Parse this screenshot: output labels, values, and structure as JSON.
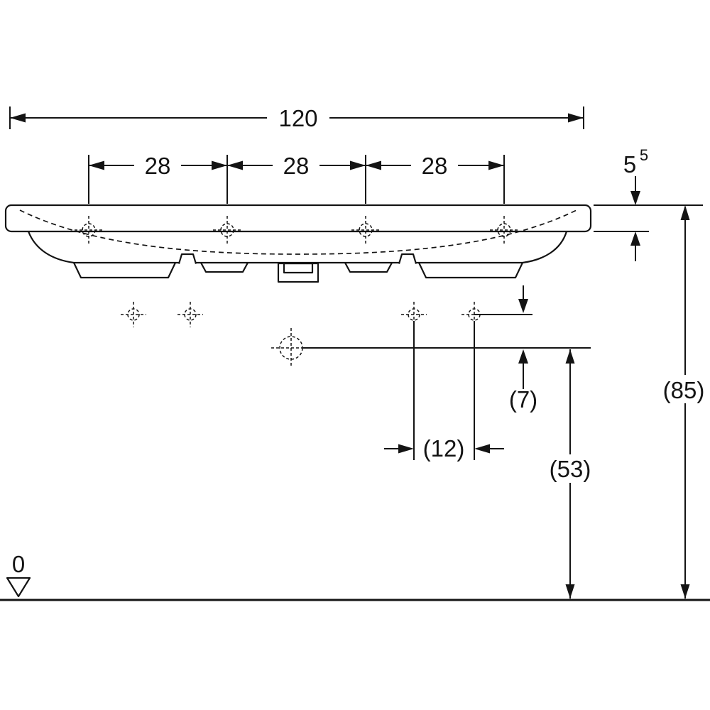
{
  "drawing": {
    "dimensions": {
      "overall_width": "120",
      "tap_spacing_1": "28",
      "tap_spacing_2": "28",
      "tap_spacing_3": "28",
      "rim_thickness_main": "5",
      "rim_thickness_sup": "5",
      "offset_7": "(7)",
      "spacing_12": "(12)",
      "height_53": "(53)",
      "height_85": "(85)",
      "datum_zero": "0"
    }
  }
}
